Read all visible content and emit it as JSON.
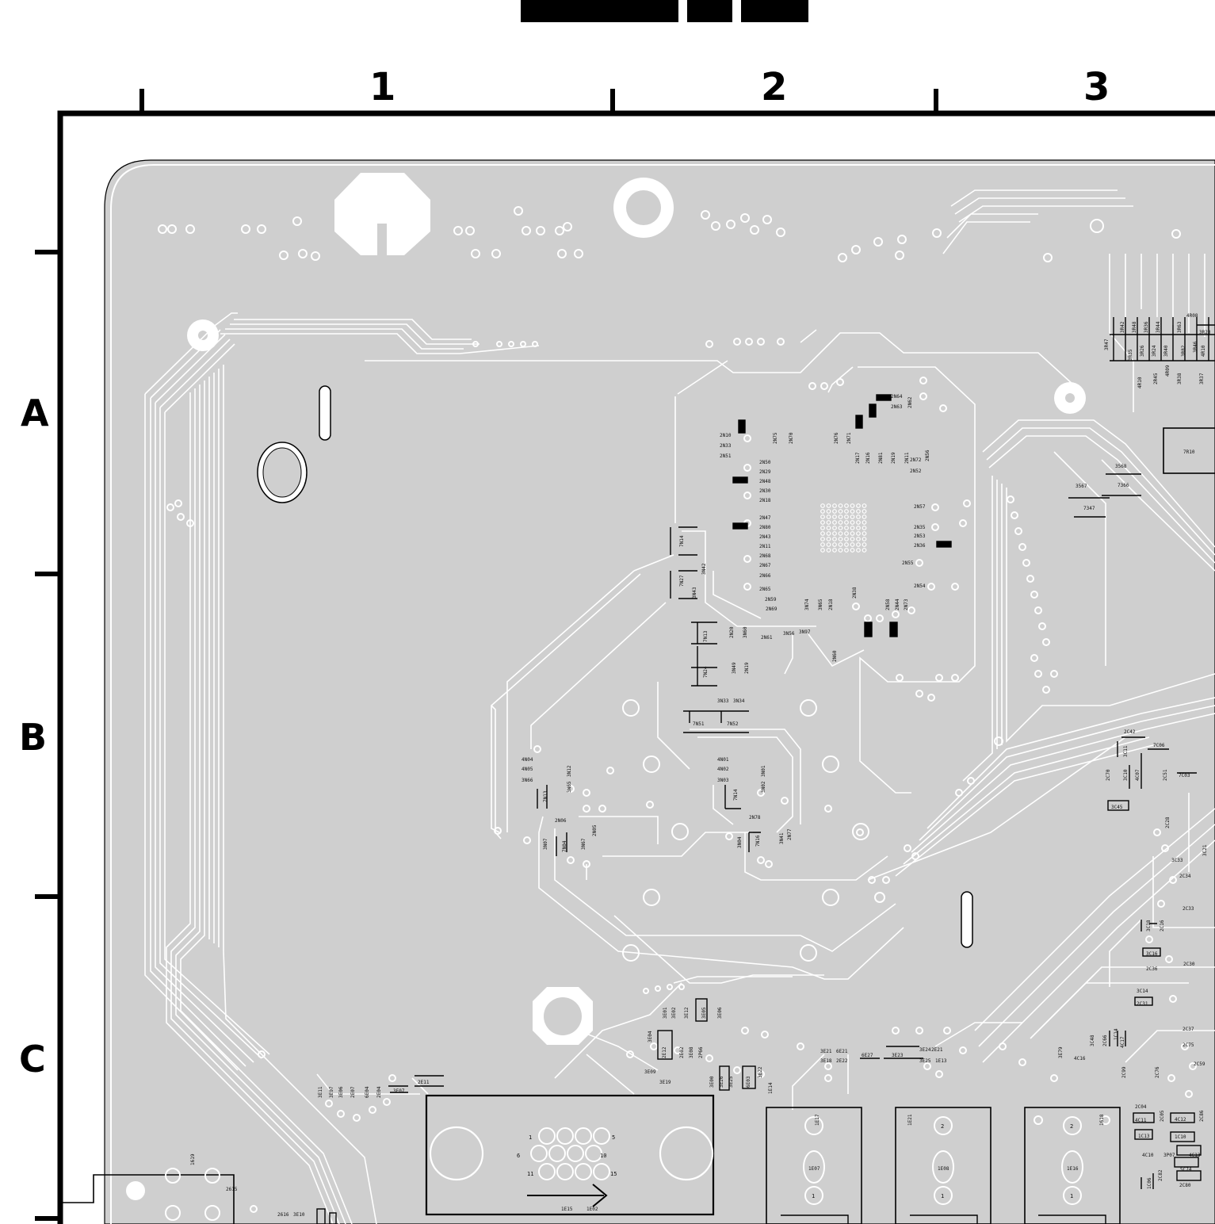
{
  "title_bar": {
    "color": "#000000"
  },
  "grid": {
    "columns": [
      "1",
      "2",
      "3"
    ],
    "rows": [
      "A",
      "B",
      "C"
    ]
  },
  "colors": {
    "board": "#cfcfcf",
    "trace": "#ffffff",
    "ink": "#000000"
  },
  "components": {
    "ic_main": [
      "2N10",
      "2N33",
      "2N51",
      "2N50",
      "2N29",
      "2N48",
      "2N30",
      "2N18",
      "2N47",
      "2N80",
      "2N43",
      "2N11",
      "2N68",
      "2N67",
      "2N66",
      "2N65",
      "2N59",
      "2N69",
      "2N75",
      "2N70",
      "2N76",
      "2N71",
      "2N17",
      "2N16",
      "2N81",
      "2N19",
      "2N11",
      "2N72",
      "2N56",
      "2N52",
      "2N64",
      "2N63",
      "2N62",
      "2N57",
      "2N35",
      "2N53",
      "2N36",
      "2N55",
      "2N54",
      "2N38",
      "3N74",
      "3N65",
      "2N18",
      "2N58",
      "2N44",
      "2N73",
      "2N61",
      "3N56",
      "3N97",
      "2N60"
    ],
    "transistors": [
      "7N14",
      "7N27",
      "3N42",
      "3N43",
      "7N13",
      "7N24",
      "2N20",
      "3N60",
      "3N49",
      "2N19",
      "3N33",
      "3N34",
      "7N51",
      "7N52"
    ],
    "lower_cluster": [
      "4N04",
      "4N05",
      "3N66",
      "3N12",
      "7N13",
      "3N65",
      "2N06",
      "3N07",
      "7N04",
      "3N67",
      "2N05",
      "4N01",
      "4N02",
      "3N03",
      "3N02",
      "3N01",
      "7N14",
      "2N78",
      "3N04",
      "7N16",
      "3N41",
      "2N77"
    ],
    "right_top": [
      "3R47",
      "3R42",
      "3R48",
      "3R36",
      "3R44",
      "3R63",
      "4R08",
      "4R10",
      "3R23",
      "3R46",
      "3R35",
      "3R26",
      "3R24",
      "3R40",
      "3R82",
      "4R10",
      "2R45",
      "4R09",
      "3R38",
      "3R37",
      "7R10",
      "3567",
      "3568",
      "7366",
      "7347"
    ],
    "right_mid": [
      "2C42",
      "3C11",
      "7C06",
      "2C70",
      "3C10",
      "4C07",
      "2C51",
      "7C03",
      "3C45",
      "2C28",
      "3C21",
      "3C33",
      "2C34",
      "2C33",
      "3C18",
      "2C16",
      "3C16",
      "2C36",
      "2C30",
      "3C14",
      "2C31"
    ],
    "bottom": [
      "3E01",
      "3E02",
      "3E12",
      "3E05",
      "3E06",
      "3E04",
      "2E12",
      "2E02",
      "3E08",
      "2P66",
      "3E09",
      "3E19",
      "3E00",
      "3E26",
      "3E25",
      "6E03",
      "3E22",
      "3E21",
      "6E21",
      "6E27",
      "3E23",
      "3E24",
      "2E21",
      "3E18",
      "2E22",
      "3E25",
      "1E13",
      "1E14",
      "1E15",
      "1E02",
      "1E07",
      "1E08",
      "1E16",
      "1E17",
      "1E21",
      "1618",
      "1619",
      "2615",
      "2616",
      "3E10",
      "3E11",
      "3E07",
      "3E06",
      "2E07",
      "6E04",
      "2E04",
      "3E07",
      "2E11"
    ],
    "bottom_right": [
      "3C48",
      "2C66",
      "4C17",
      "1C14",
      "3E79",
      "4C16",
      "2C99",
      "2C76",
      "2C37",
      "2C75",
      "2C59",
      "2C04",
      "4C11",
      "2C05",
      "4C12",
      "2C86",
      "1C13",
      "1C10",
      "4C10",
      "3P07",
      "4C13",
      "2C82",
      "5C74",
      "1C06",
      "2C80"
    ]
  },
  "connector": {
    "pins": [
      "1",
      "5",
      "6",
      "10",
      "11",
      "15"
    ]
  },
  "jacks": {
    "pin_top": "2",
    "pin_bottom": "1"
  }
}
